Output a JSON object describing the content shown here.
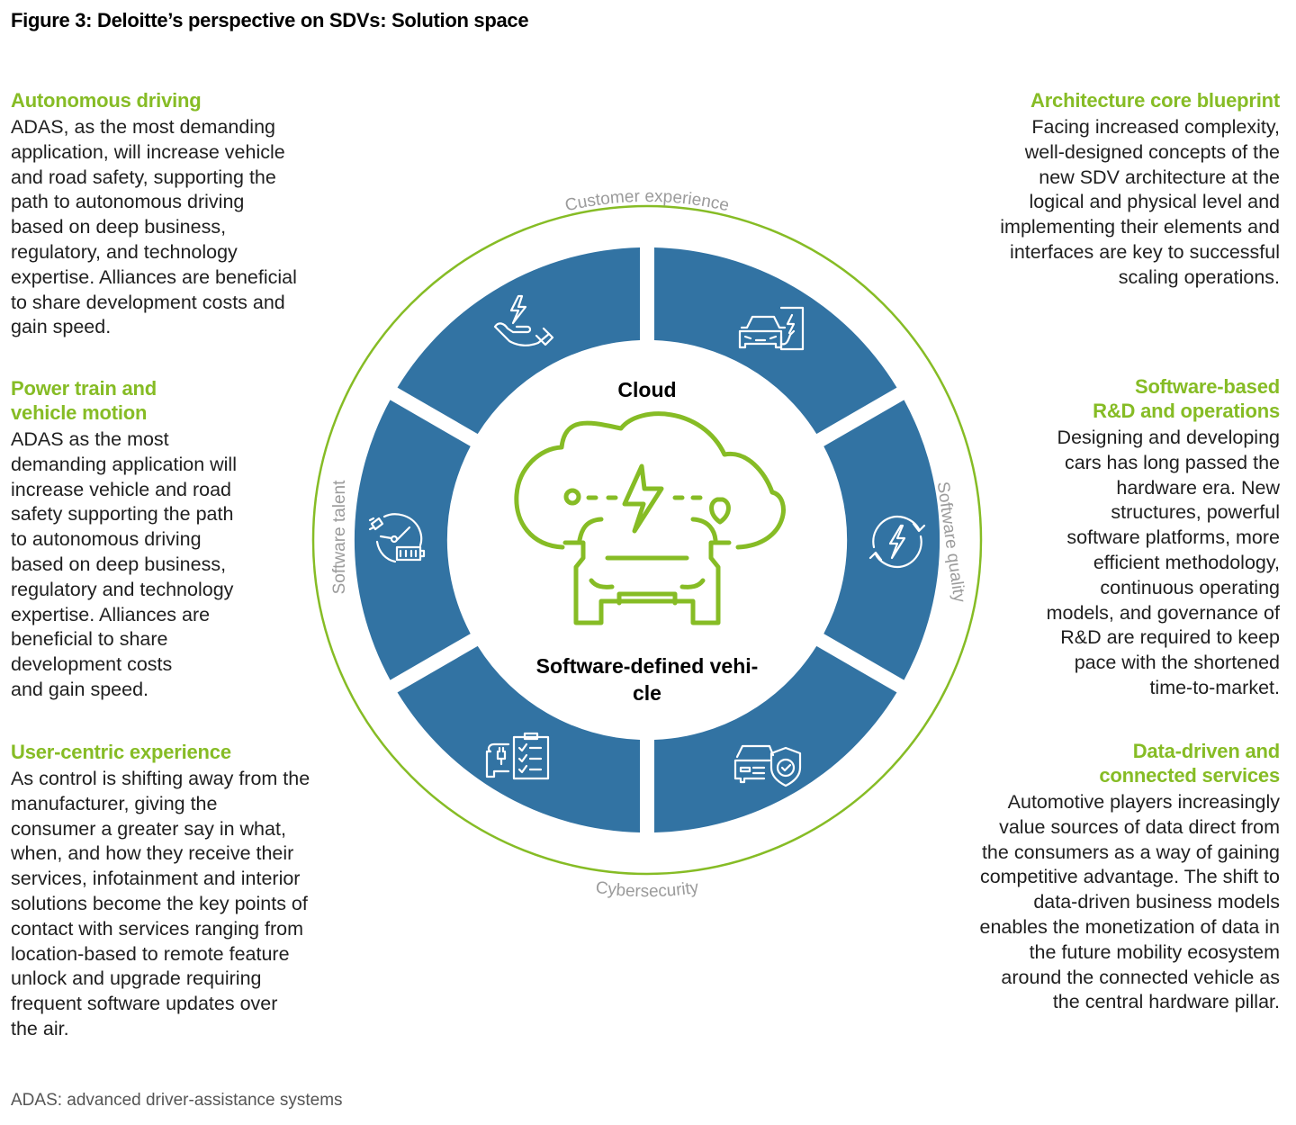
{
  "figure": {
    "title": "Figure 3: Deloitte’s perspective on SDVs: Solution space",
    "footnote": "ADAS: advanced driver-assistance systems"
  },
  "colors": {
    "accent_green": "#86bc25",
    "segment_blue": "#3273a3",
    "ring_label_gray": "#9b9b9b"
  },
  "left_blocks": [
    {
      "title": "Autonomous driving",
      "body": "ADAS, as the most demanding\napplication, will increase vehicle\nand road safety, supporting the\npath to autonomous driving\nbased on deep business,\nregulatory, and technology\nexpertise. Alliances are beneficial\nto share development costs and\ngain speed."
    },
    {
      "title": "Power train and\nvehicle motion",
      "body": "ADAS as the most\ndemanding application will\nincrease vehicle and road\nsafety supporting the path\nto autonomous driving\nbased on deep business,\nregulatory and technology\nexpertise. Alliances are\nbeneficial to share\ndevelopment costs\nand gain speed."
    },
    {
      "title": "User-centric experience",
      "body": "As control is shifting away from the\nmanufacturer, giving the\nconsumer a greater say in what,\nwhen, and how they receive their\nservices, infotainment and interior\nsolutions become the key points of\ncontact with services ranging from\nlocation-based to remote feature\nunlock and upgrade requiring\nfrequent software updates over\nthe air."
    }
  ],
  "right_blocks": [
    {
      "title": "Architecture core blueprint",
      "body": "Facing increased complexity,\nwell-designed concepts of the\nnew SDV architecture at the\nlogical and physical level and\nimplementing their elements and\ninterfaces are key to successful\nscaling operations."
    },
    {
      "title": "Software-based\nR&D and operations",
      "body": "Designing and developing\ncars has long passed the\nhardware era. New\nstructures, powerful\nsoftware platforms, more\nefficient methodology,\ncontinuous operating\nmodels, and governance of\nR&D are required to keep\npace with the shortened\ntime-to-market."
    },
    {
      "title": "Data-driven and\nconnected services",
      "body": "Automotive players increasingly\nvalue sources of data direct from\nthe consumers as a way of gaining\ncompetitive advantage. The shift to\ndata-driven business models\nenables the monetization of data in\nthe future mobility ecosystem\naround the connected vehicle as\nthe central hardware pillar."
    }
  ],
  "wheel": {
    "center_top_label": "Cloud",
    "center_bottom_label_line1": "Software-defined vehi-",
    "center_bottom_label_line2": "cle",
    "center_icon": "cloud-connected-car-icon",
    "ring_labels": {
      "top": "Customer experience",
      "bottom": "Cybersecurity",
      "left": "Software talent",
      "right": "Software quality"
    },
    "segments": [
      {
        "position": "top-left",
        "icon": "hand-energy-icon"
      },
      {
        "position": "top-right",
        "icon": "car-charging-station-icon"
      },
      {
        "position": "right",
        "icon": "energy-refresh-icon"
      },
      {
        "position": "bottom-right",
        "icon": "car-shield-icon"
      },
      {
        "position": "bottom-left",
        "icon": "car-checklist-icon"
      },
      {
        "position": "left",
        "icon": "charging-gauge-battery-icon"
      }
    ]
  }
}
